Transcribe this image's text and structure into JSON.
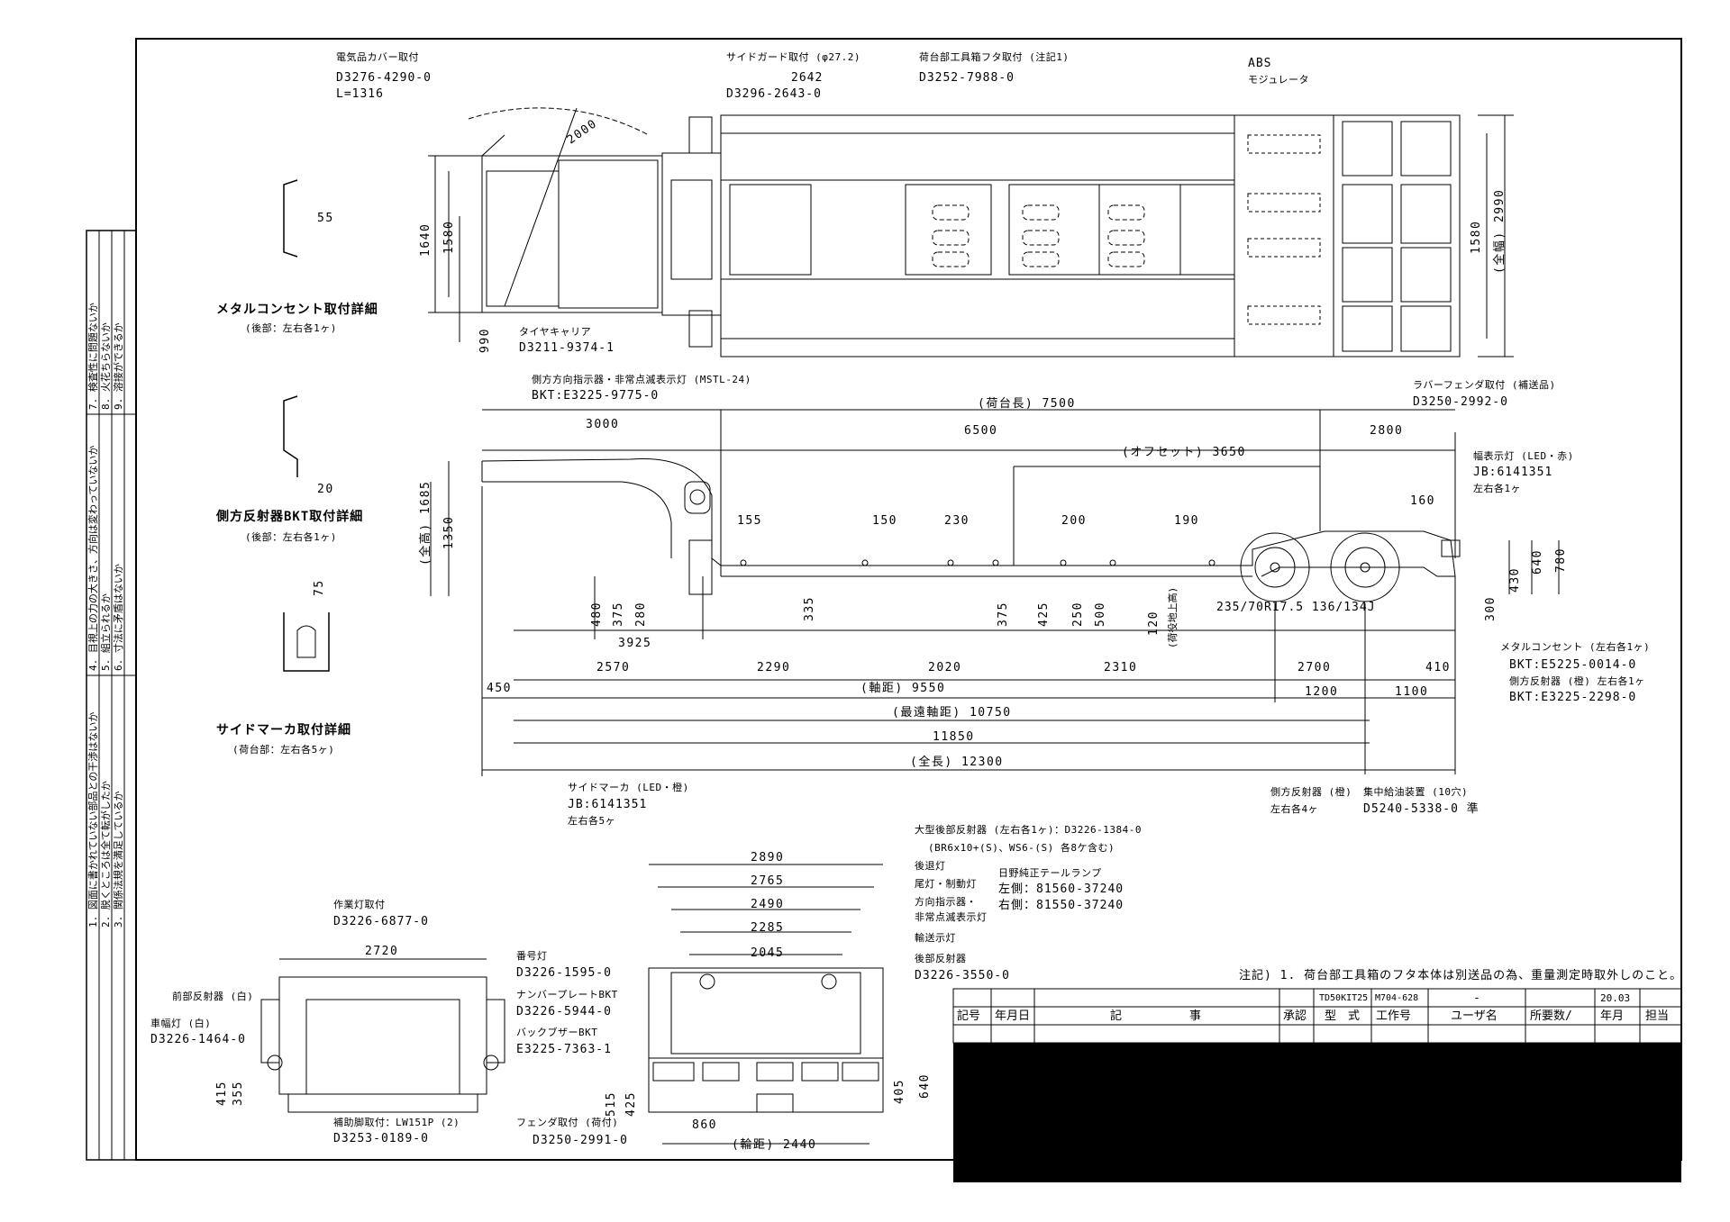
{
  "checklist": [
    "1. 図面に書かれていない部品との干渉はないか",
    "2. 脱くところは全て転がしたか",
    "3. 関係法規を満足しているか",
    "4. 目視上の力の大きさ、方向は変わっていないか",
    "5. 組立られるか",
    "6. 寸法に矛盾はないか",
    "7. 検査性に問題ないか",
    "8. 火花ちらないか",
    "9. 溶接ができるか"
  ],
  "details": {
    "metal_outlet": {
      "title": "メタルコンセント取付詳細",
      "sub": "(後部：左右各1ヶ)",
      "dim": "55"
    },
    "side_reflector": {
      "title": "側方反射器BKT取付詳細",
      "sub": "(後部：左右各1ヶ)",
      "dim": "20"
    },
    "side_marker": {
      "title": "サイドマーカ取付詳細",
      "sub": "(荷台部：左右各5ヶ)",
      "dim": "75"
    }
  },
  "plan_view": {
    "callouts": {
      "cover": [
        "電気品カバー取付",
        "D3276-4290-0",
        "L=1316"
      ],
      "side_guard": [
        "サイドガード取付 (φ27.2)",
        "2642",
        "D3296-2643-0"
      ],
      "toolbox": [
        "荷台部工具箱フタ取付 (注記1)",
        "D3252-7988-0"
      ],
      "abs": [
        "ABS",
        "モジュレータ"
      ],
      "tire_carrier": [
        "タイヤキャリア",
        "D3211-9374-1"
      ]
    },
    "dims": {
      "r2000": "2000",
      "d1640": "1640",
      "d1580": "1580",
      "d990": "990",
      "d1580r": "1580",
      "d2990": "(全幅) 2990"
    }
  },
  "side_view": {
    "callouts": {
      "turn_lamp": [
        "側方方向指示器・非常点滅表示灯 (MSTL-24)",
        "BKT:E3225-9775-0"
      ],
      "rubber_fender": [
        "ラバーフェンダ取付 (補送品)",
        "D3250-2992-0"
      ],
      "width_lamp": [
        "幅表示灯 (LED・赤)",
        "JB:6141351",
        "左右各1ヶ"
      ],
      "metal_outlet": [
        "メタルコンセント (左右各1ヶ)",
        "BKT:E5225-0014-0"
      ],
      "side_refl_rear": [
        "側方反射器 (橙) 左右各1ヶ",
        "BKT:E3225-2298-0"
      ],
      "side_marker": [
        "サイドマーカ (LED・橙)",
        "JB:6141351",
        "左右各5ヶ"
      ],
      "side_refl": [
        "側方反射器 (橙)",
        "左右各4ヶ"
      ],
      "lube": [
        "集中給油装置 (10穴)",
        "D5240-5338-0 準"
      ]
    },
    "dims": {
      "bed_len": "(荷台長) 7500",
      "d3000": "3000",
      "d6500": "6500",
      "d2800": "2800",
      "offset": "(オフセット) 3650",
      "d155": "155",
      "d150": "150",
      "d230": "230",
      "d200": "200",
      "d190": "190",
      "d160": "160",
      "d1685": "(全高) 1685",
      "d1350": "1350",
      "d480": "480",
      "d375": "375",
      "d280": "280",
      "d335": "335",
      "d375b": "375",
      "d425": "425",
      "d250": "250",
      "d500": "500",
      "d120": "120",
      "grnd": "(荷役地上高)",
      "d300": "300",
      "d430": "430",
      "d640": "640",
      "d780": "780",
      "tire": "235/70R17.5  136/134J",
      "d3925": "3925",
      "d2570": "2570",
      "d2290": "2290",
      "d2020": "2020",
      "d2310": "2310",
      "d2700": "2700",
      "d410": "410",
      "d450": "450",
      "wb": "(軸距) 9550",
      "d1200": "1200",
      "d1100": "1100",
      "d10750": "(最遠軸距) 10750",
      "d11850": "11850",
      "overall": "(全長) 12300"
    }
  },
  "rear_view": {
    "callouts": {
      "work_lamp": [
        "作業灯取付",
        "D3226-6877-0"
      ],
      "rear_refl_w": [
        "前部反射器 (白)",
        "D3226-1464-0"
      ],
      "vehicle_lamp": [
        "車幅灯 (白)"
      ],
      "aux_leg": [
        "補助脚取付：LW151P (2)",
        "D3253-0189-0"
      ],
      "plate_lamp": [
        "番号灯",
        "D3226-1595-0"
      ],
      "plate_bkt": [
        "ナンバープレートBKT",
        "D3226-5944-0"
      ],
      "buzzer": [
        "バックブザーBKT",
        "E3225-7363-1"
      ],
      "fender": [
        "フェンダ取付 (荷付)",
        "D3250-2991-0"
      ],
      "big_refl": [
        "大型後部反射器 (左右各1ヶ)：D3226-1384-0",
        "(BR6x10+(S)、WS6-(S) 各8ケ含む)"
      ],
      "lamps": [
        "後退灯",
        "尾灯・制動灯",
        "方向指示器・",
        "非常点滅表示灯",
        "輸送示灯"
      ],
      "hino": [
        "日野純正テールランプ",
        "左側：81560-37240",
        "右側：81550-37240"
      ],
      "rear_refl": [
        "後部反射器",
        "D3226-3550-0"
      ]
    },
    "dims": {
      "d2720": "2720",
      "d415": "415",
      "d355": "355",
      "d2890": "2890",
      "d2765": "2765",
      "d2490": "2490",
      "d2285": "2285",
      "d2045": "2045",
      "d515": "515",
      "d425": "425",
      "d860": "860",
      "track": "(輪距) 2440",
      "d405": "405",
      "d640": "640"
    }
  },
  "note": "注記) 1. 荷台部工具箱のフタ本体は別送品の為、重量測定時取外しのこと。",
  "title_block": {
    "model": "TD50KIT25",
    "work_no": "M704-628",
    "dash": "-",
    "date": "20.03",
    "headers": [
      "記号",
      "年月日",
      "記",
      "事",
      "承認",
      "型",
      "式",
      "工作号",
      "ユーザ名",
      "所要数/",
      "年月",
      "担当"
    ]
  }
}
